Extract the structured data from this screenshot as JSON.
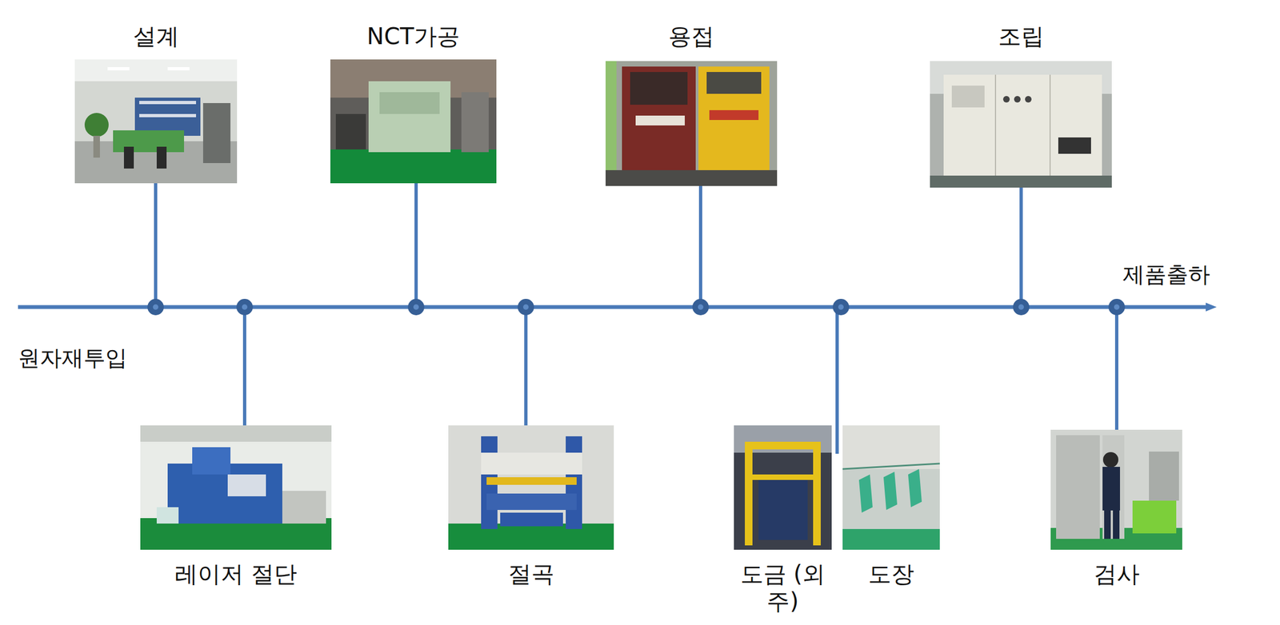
{
  "diagram": {
    "nodes": [
      {
        "text": [
          "설계"
        ]
      },
      {
        "text": [
          "레이저 절단"
        ]
      },
      {
        "text": [
          "NCT가공"
        ]
      },
      {
        "text": [
          "절곡"
        ]
      },
      {
        "text": [
          "용접"
        ]
      },
      {
        "text": [
          "도금 (외주)"
        ]
      },
      {
        "text": [
          "도장"
        ]
      },
      {
        "text": [
          "조립"
        ]
      },
      {
        "text": [
          "검사"
        ]
      }
    ],
    "labels": [
      "원자재투입",
      "제품출하"
    ]
  }
}
